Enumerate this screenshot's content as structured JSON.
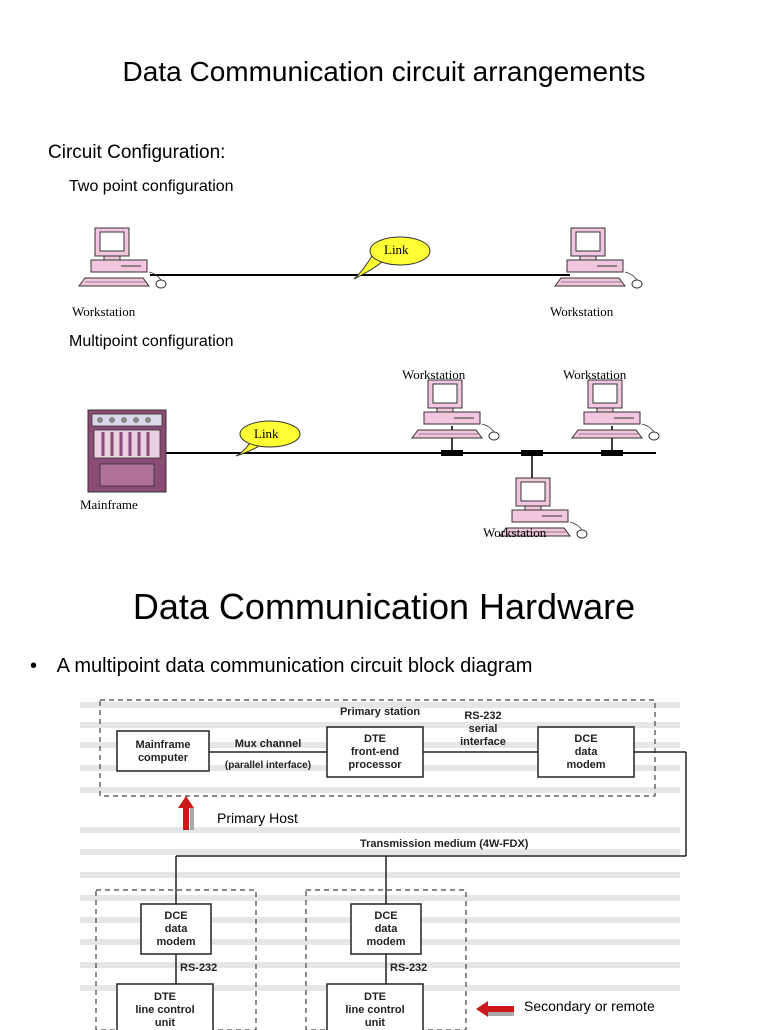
{
  "slide1": {
    "title": "Data Communication circuit arrangements",
    "section": "Circuit Configuration:",
    "two_point_label": "Two point configuration",
    "multipoint_label": "Multipoint configuration",
    "link_label": "Link",
    "workstation_label": "Workstation",
    "mainframe_label": "Mainframe"
  },
  "slide2": {
    "title": "Data Communication Hardware",
    "bullet": "A multipoint data communication circuit block diagram",
    "primary_station": "Primary station",
    "rs232_serial": [
      "RS-232",
      "serial",
      "interface"
    ],
    "mainframe_computer": [
      "Mainframe",
      "computer"
    ],
    "mux_channel": "Mux channel",
    "parallel_interface": "(parallel interface)",
    "dte_fep": [
      "DTE",
      "front-end",
      "processor"
    ],
    "dce_modem": [
      "DCE",
      "data",
      "modem"
    ],
    "primary_host": "Primary Host",
    "transmission_medium": "Transmission medium (4W-FDX)",
    "rs232": "RS-232",
    "dte_lcu": [
      "DTE",
      "line control",
      "unit"
    ],
    "secondary_remote": "Secondary or remote"
  },
  "colors": {
    "pc_pink": "#f2c6dc",
    "pc_outline": "#333333",
    "callout_yellow": "#ffff33",
    "arrow_red": "#cc1a1a",
    "mainframe_purple": "#8a4b75"
  }
}
